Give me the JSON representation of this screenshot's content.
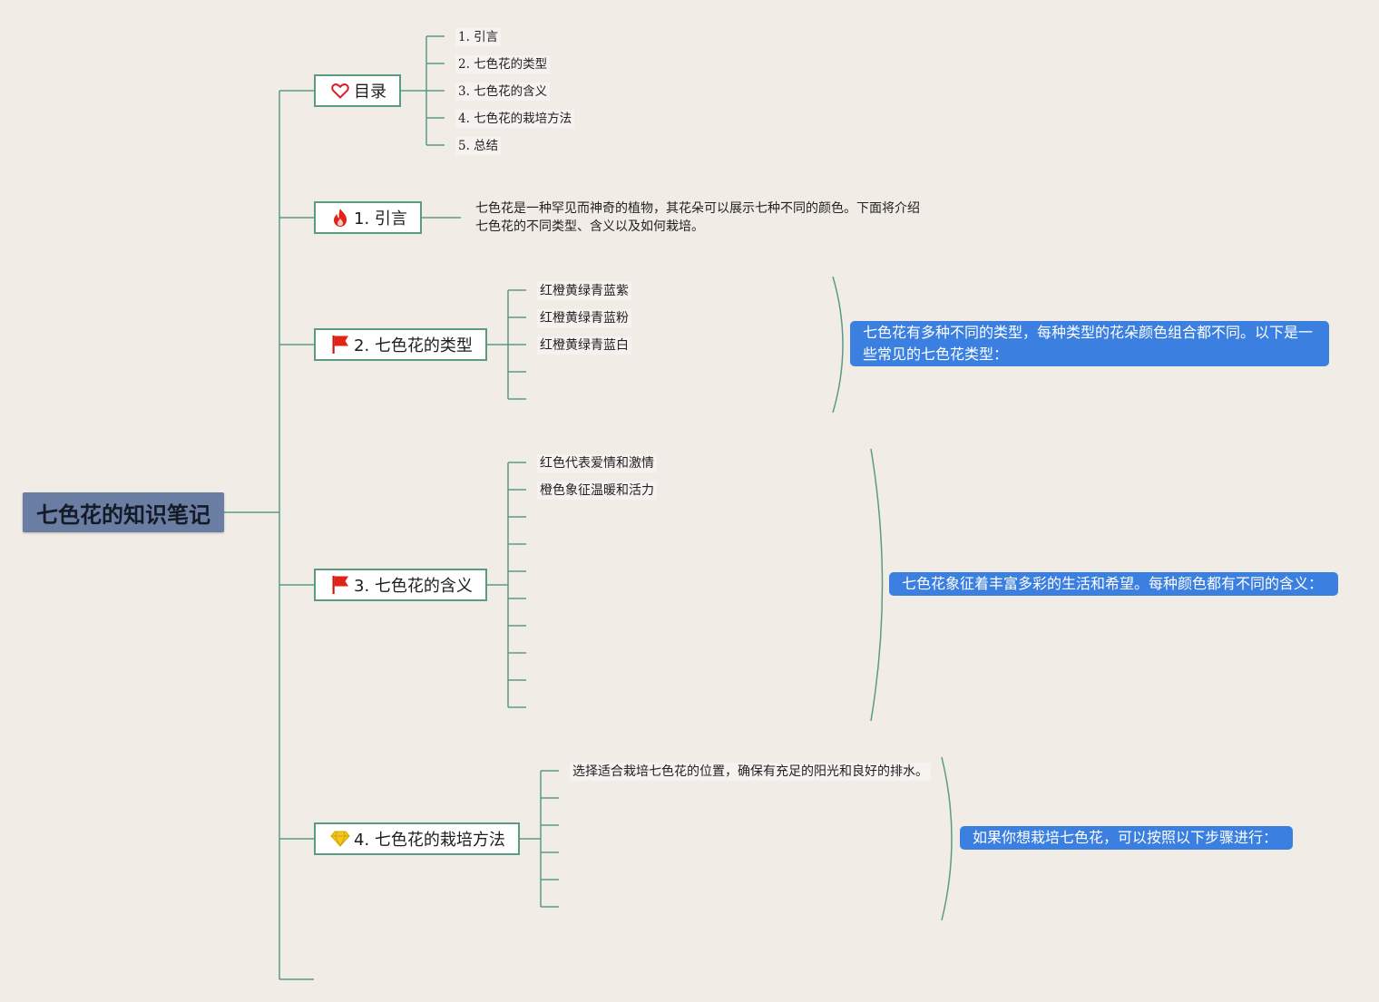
{
  "root": {
    "title": "七色花的知识笔记"
  },
  "branches": {
    "toc": {
      "label": "目录",
      "icon": "heart-outline-icon",
      "items": [
        "1. 引言",
        "2. 七色花的类型",
        "3. 七色花的含义",
        "4. 七色花的栽培方法",
        "5. 总结"
      ]
    },
    "intro": {
      "label": "1. 引言",
      "icon": "fire-icon",
      "text_line1": "七色花是一种罕见而神奇的植物，其花朵可以展示七种不同的颜色。下面将介绍",
      "text_line2": "七色花的不同类型、含义以及如何栽培。"
    },
    "types": {
      "label": "2. 七色花的类型",
      "icon": "red-flag-icon",
      "items": [
        "红橙黄绿青蓝紫",
        "红橙黄绿青蓝粉",
        "红橙黄绿青蓝白"
      ],
      "summary_line1": "七色花有多种不同的类型，每种类型的花朵颜色组合都不同。以下是一",
      "summary_line2": "些常见的七色花类型："
    },
    "meaning": {
      "label": "3. 七色花的含义",
      "icon": "red-flag-icon",
      "items": [
        "红色代表爱情和激情",
        "橙色象征温暖和活力"
      ],
      "summary": "七色花象征着丰富多彩的生活和希望。每种颜色都有不同的含义："
    },
    "cultivation": {
      "label": "4. 七色花的栽培方法",
      "icon": "diamond-icon",
      "items": [
        "选择适合栽培七色花的位置，确保有充足的阳光和良好的排水。"
      ],
      "summary": "如果你想栽培七色花，可以按照以下步骤进行："
    }
  },
  "colors": {
    "background": "#f1ece6",
    "connector": "#5b9b82",
    "root_fill": "#6a7ea3",
    "callout_fill": "#3b7fe0",
    "flag": "#e02418",
    "heart": "#d81e2a",
    "diamond": "#f2c81c"
  }
}
